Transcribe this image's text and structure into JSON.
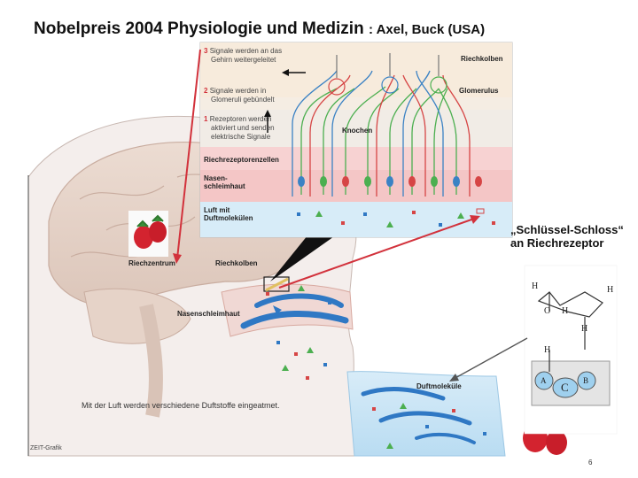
{
  "title": {
    "main": "Nobelpreis 2004 Physiologie und Medizin",
    "sub": ": Axel, Buck (USA)"
  },
  "inset": {
    "steps": [
      {
        "num": "3",
        "text_line1": "Signale werden an das",
        "text_line2": "Gehirn weitergeleitet"
      },
      {
        "num": "2",
        "text_line1": "Signale werden in",
        "text_line2": "Glomeruli gebündelt"
      },
      {
        "num": "1",
        "text_line1": "Rezeptoren werden",
        "text_line2": "aktiviert und senden",
        "text_line3": "elektrische Signale"
      }
    ],
    "layers": {
      "riechkolben": "Riechkolben",
      "glomerulus": "Glomerulus",
      "knochen": "Knochen",
      "riechrezeptorenzellen": "Riechrezeptorenzellen",
      "nasenschleimhaut_line1": "Nasen-",
      "nasenschleimhaut_line2": "schleimhaut",
      "luft_line1": "Luft mit",
      "luft_line2": "Duftmolekülen"
    }
  },
  "head": {
    "riechzentrum": "Riechzentrum",
    "riechkolben": "Riechkolben",
    "nasenschleimhaut": "Nasenschleimhaut",
    "duftmolekuele": "Duftmoleküle",
    "caption": "Mit der Luft werden verschiedene Duftstoffe eingeatmet.",
    "credit": "ZEIT-Grafik"
  },
  "key_lock": {
    "line1": "„Schlüssel-Schloss“",
    "line2": "an Riechrezeptor"
  },
  "molecule": {
    "atoms": [
      "H",
      "O",
      "H",
      "H",
      "H",
      "H",
      "A",
      "C",
      "B"
    ]
  },
  "page_number": "6",
  "colors": {
    "arrow_red": "#d2323c",
    "arrow_gray": "#555555",
    "brain": "#e3cfc4",
    "mucosa_blue": "#cfe6f5",
    "neuron_green": "#4caf50",
    "neuron_blue": "#3b82c4",
    "neuron_red": "#d64545"
  }
}
